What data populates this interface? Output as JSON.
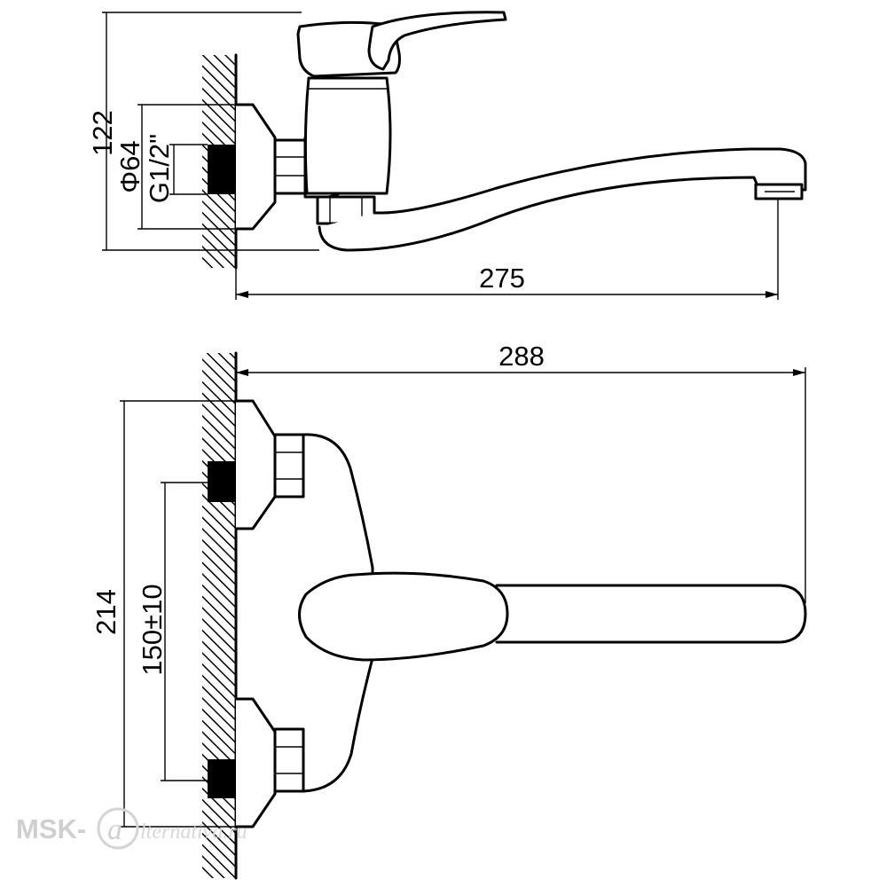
{
  "side_view": {
    "dim_height": "122",
    "dim_diameter": "Φ64",
    "dim_thread": "G1/2\"",
    "dim_reach": "275"
  },
  "top_view": {
    "dim_length": "288",
    "dim_width": "214",
    "dim_spacing": "150±10"
  },
  "watermark": {
    "prefix": "MSK-",
    "suffix": "lternativa.ru"
  }
}
